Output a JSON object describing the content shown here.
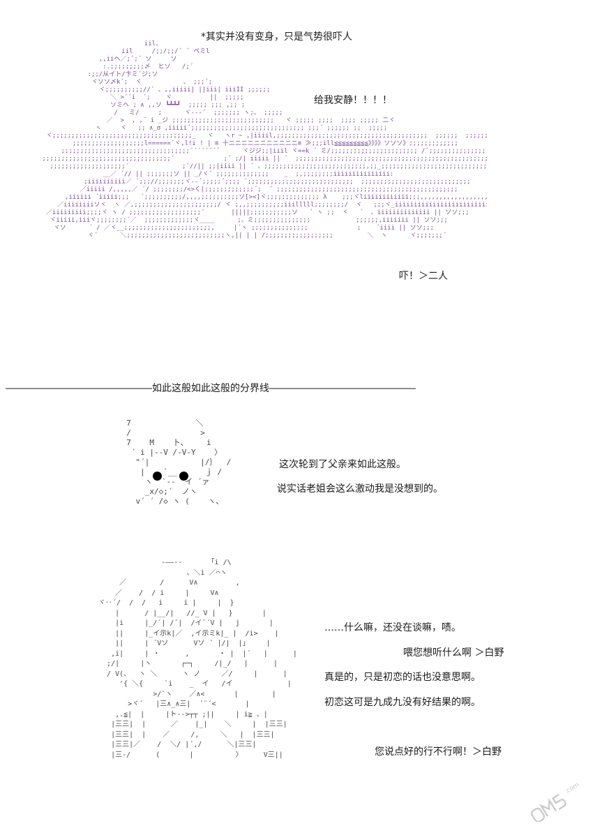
{
  "scene1": {
    "caption": "*其实并没有变身，只是气势很吓人",
    "speech_quiet": "给我安静！！！！",
    "speech_scare": "吓！＞二人"
  },
  "divider": {
    "text": "―――――――――――――――如此这般如此这般的分界线―――――――――――――――"
  },
  "scene2": {
    "line1": "这次轮到了父亲来如此这般。",
    "line2": "说实话老姐会这么激动我是没想到的。"
  },
  "scene3": {
    "line1": "……什么嘛，还没在谈嘛，啧。",
    "line2": "喂您想听什么啊 ＞白野",
    "line3": "真是的，只是初恋的话也没意思啊。",
    "line4": "初恋这可是九成九没有好结果的啊。",
    "line5": "您说点好的行不行啊！＞白野"
  },
  "ascii_art": {
    "top": "                                 iil、                                       \n                           iil     /;;/;;/´ ´ ベミl                          \n                     ,,iiヘ／;´;´ ソ     ソ                                   \n                      :.;;;;;;;;;〆  ヒソ   /;´                                \n                  :;;/从イト/卞ミ´ジ;ソ                                       \n                   ヾソソ〆k´;  ヾ           、 ;;;´;                          \n                     ヾ;;;;;;;;;;//´ 、,,iiiii| ||iii| iiiII ;;;;;;                     \n                        ＼ >´´i  ´;    ヾ          ||  ;;;;;                    \n                        ソミヘ ; ∧ ,,ソ ┗┻┻┛  ;;;;; ;;; ,;; ;                 \n                         /   ミ/     ;      ヾ---´  ;;;;;;; ヽ;、 ;;;;;            \n                       ／  >  , ,¨ i _ジ ;;;;;;;;;;;;;;;;;;;;;;;;;;;   ヾ ;;;;; ;;;;  ;;;; ;;;;; 二ヾ  \n                    ヽ     ヾ   ;; ∧_σ ,iiiii´;;;;;;;;;;;;;;;;;;;;;;;;;;;;;; ;;;´ ;;;;;; ;;  ;;;;;   \n       ヾ;;;;;;;;;;;;;;;;;;;;;;;;;;;;;;;;;;;;;_   ヾ   ヽr ~ ,|iiiil,;;;;;;;;;;;;;;;;;;;;;;;;;;;;;;;;;;;;;;;;  ;;;;;;  ;;;;;;;;;;;;;;;;;;;;;;;;;;;;;;;;;;;;;;\n              ;;;;;;;;;;;;;;;;;;;l======´ヾ,l!i ! | ≡ 十ニニニニニニニニニニニ≡ ≫;;;ill≦≦≦≦≦≦≦≦≦》》》》ソソソ》;;;;;;;;;;;;;\n           ;;;;;;;;;;;;;;;;;;;;;;;;;;;;;;;;;;´´´´´´´´      ヾジジ;;|iiil ヾ==k ´ ミ/;;;;;;;;;;;;;;;;;;;;;;; /´;;;;;;;;;;;;;;; ´´´´´´´´´´\n      ;;;;;;;;;;;;;;;;;;;;;;;;;;;;;;;;;;´             ;´ ;/| iiiii || ´  ;;;;;;;;;;;;;;;;;;;;;;;;;;;;;;;;;;;;;;;;;;;;;;;;;;;;;;;;;;;;;;;;;\n        ;;;;;;;;;;;;;;;;;;;;´              ;´//|| ;;|iiii || ´ 、;;;;;;;;;;;;;;;;;;;;;;;;;;;,;;_;;;;;;;;;;;;;;;;;;;;;;;;;;;;;´\n                      __／ ´// || ;;;;;;;ソ || _/ヾ´ ;;;;;;;;;;;;;;    _  ;,;;;;;;;;iiiiiiiiiiiiiii:\n                 ;iiiiiiiiii／ ´;;;//;;;;;;;ヾ--´;;;;;´;;;; ´;;;;;;;;;;;;;;;;;;;;;;;;;;;;  ;;;;;;;;;;;;;;;;;;;;;;;;;;;;;\n                ／iiiii /,,,,,／ ´/ ;;;;;;;;/<>く|;;;;;;;;;;;;;´;  ´ ;;;;;;;;;;;;;;;;;;;;;;;;;;;;;;;;;;;;;;;;;;;;;;;;\n            ,iiiiii ´iiiii;;;   ´;;;;;;;;;;/,,,,;;;;;;;;;;ソ[><]ヾ;;;;;;;;;;;;;; λ    ;;;ヾliiiiiiiiiiii;;;,,,,,,,,,,,,,,,,,,,,,,,,,,,,,;\n          ／iiiiiiiiソヾ  ヽ ／,;;;;;;;;;;;;;;;;;;;;;;/ ヾ ;,,;;;;;;;;;;iiilllll;;;;;;;;/  ヾ   ;;;ヾ_iiiiiiiiiiiiiiiiiiiiiiiiiiiii || ソソ;;;\n       ／iiiiiiiii;;;;ヾ ヽ / ;;;;;;;;;;;;;;;;;;;´       |||||;;;;;;;;;;;ソ   ´ ヽ ;;  ヾ   ´  、iiiiiiiiiiiiii || ソソ;;;\n        ヾiiiii,iiiヾ;;;;;;;;´／  ;;;;;;;;;;;;;ヾ____      ;、ミ;;;;;;;;;;;;;;;            ;;;;;;,iiiiiii || ソソ;;;\n         ヾソ      ´ / ／ヾ__;;;;;;;;;;;;;;;;;;;;;;;,     |´ヽ ;;;;;;;;;;;;;;;             ;    ´iiii || ソソ;;;\n                  ヾ´      ＼;;;;;;;;;;;;;;;;;;;;;;;;;;ヽ,|| | | /;;;;;;;;;;;;;;;;;;         ＼  ヽ      ヾ;;;;;;;´   ",
    "mid": "  7              ＼\n  /               >\n  7    M    卜、    i\n   ´ i |--V /-V-Y    〉\n    \"´|           |/｝  /\n     |    `__      ｊ /\n      ヽ  `--  イ ´ァ\n      _x/◇;´  ノヽ\n    v´ ´ /◇ ヽ (    ヽ、",
    "bot": "                -――--      「i /\\\n                      、＼i ／⌒ヽ\n      ／        /      V∧         ,\n     ／    /  / i     |     V∧\n ヾ‥´/  /  /   i     i |     |  }\n     |      / |__/|   //_ V |   }       |\n     |i     |_/´| /´|  /イ¨´V |   j       |\n     ||     |_イ示k|／  ,イ示ミk|_ |  /i>    |\n     ||     | ´Vソ      Vソ ´ |/|  |」    |\n    ,i|     | ・      ,       ・ |  |´   |      |\n   ;/|     |ヽ       ┌─┐     /|_/   |      |\n   / V(、  ヽ ＼      ヽ ノ     ／/     |      |\n      '{ ＼{     `i    _  イ   /イ             |\n              >/`ヽ    ／∧<       |        |\n        >ヾ´   |三∧_∧三|  ´¨´<       |\n     ,.≦|  |     |ト-->┬┬ ;||     | i≧ 、|\n    |三三|  |      ／    |_|    ＼     |  |三三|\n    |三三|  |    ／     /,     ＼   |  |三三|\n    |三三|／    /  ＼/ |´,/      ＼|三三|\n    |三-/      (       |          〉     V三||"
  },
  "watermark": {
    "domain_text": ".com"
  }
}
